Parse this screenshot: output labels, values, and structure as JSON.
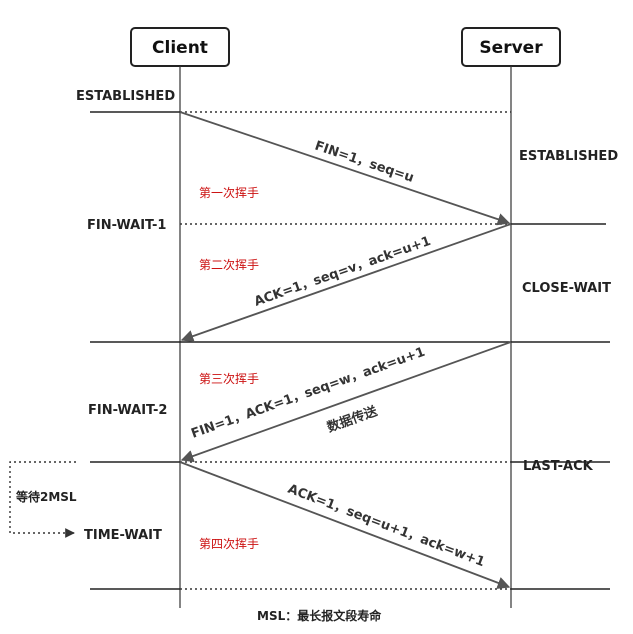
{
  "actors": {
    "client": "Client",
    "server": "Server"
  },
  "client_states": {
    "established": "ESTABLISHED",
    "fin_wait_1": "FIN-WAIT-1",
    "fin_wait_2": "FIN-WAIT-2",
    "time_wait": "TIME-WAIT"
  },
  "server_states": {
    "established": "ESTABLISHED",
    "close_wait": "CLOSE-WAIT",
    "last_ack": "LAST-ACK"
  },
  "messages": {
    "m1": "FIN=1，seq=u",
    "m2": "ACK=1，seq=v，ack=u+1",
    "m3": "FIN=1，ACK=1，seq=w，ack=u+1",
    "m4": "ACK=1，seq=u+1，ack=w+1"
  },
  "steps": {
    "s1": "第一次挥手",
    "s2": "第二次挥手",
    "s3": "第三次挥手",
    "s4": "第四次挥手"
  },
  "data_transfer": "数据传送",
  "wait_label": "等待2MSL",
  "footnote": "MSL：最长报文段寿命"
}
